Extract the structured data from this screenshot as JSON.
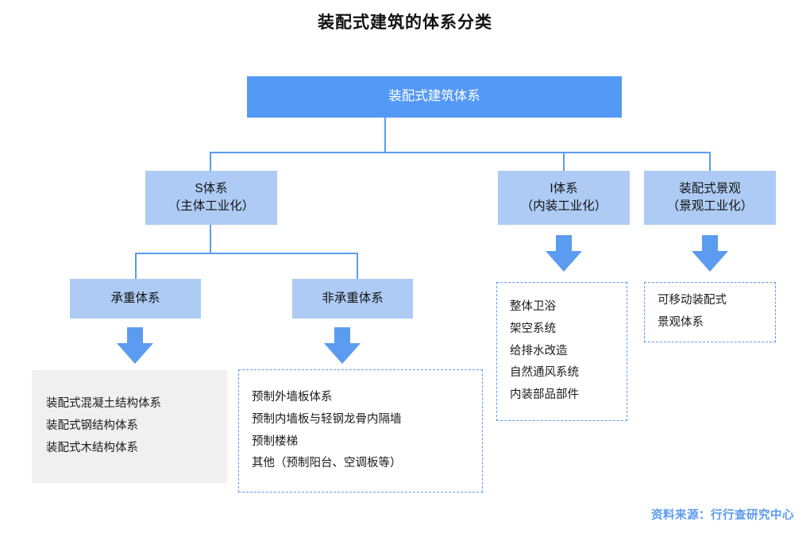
{
  "title": "装配式建筑的体系分类",
  "colors": {
    "root_fill": "#5499F5",
    "node_fill": "#ADCBF4",
    "line": "#5B9BF0",
    "panel_gray": "#F0F0F0",
    "accent_text": "#5B9BF0"
  },
  "chart_data": {
    "type": "diagram",
    "title": "装配式建筑的体系分类",
    "root": "装配式建筑体系",
    "branches": [
      {
        "label_line1": "S体系",
        "label_line2": "（主体工业化）",
        "children": [
          {
            "label": "承重体系",
            "items": [
              "装配式混凝土结构体系",
              "装配式钢结构体系",
              "装配式木结构体系"
            ]
          },
          {
            "label": "非承重体系",
            "items": [
              "预制外墙板体系",
              "预制内墙板与轻钢龙骨内隔墙",
              "预制楼梯",
              "其他（预制阳台、空调板等）"
            ]
          }
        ]
      },
      {
        "label_line1": "I体系",
        "label_line2": "（内装工业化）",
        "items": [
          "整体卫浴",
          "架空系统",
          "给排水改造",
          "自然通风系统",
          "内装部品部件"
        ]
      },
      {
        "label_line1": "装配式景观",
        "label_line2": "（景观工业化）",
        "items": [
          "可移动装配式",
          "景观体系"
        ]
      }
    ]
  },
  "nodes": {
    "root": "装配式建筑体系",
    "s_line1": "S体系",
    "s_line2": "（主体工业化）",
    "i_line1": "I体系",
    "i_line2": "（内装工业化）",
    "l_line1": "装配式景观",
    "l_line2": "（景观工业化）",
    "bearing": "承重体系",
    "nonbearing": "非承重体系"
  },
  "panels": {
    "bearing_items": [
      "装配式混凝土结构体系",
      "装配式钢结构体系",
      "装配式木结构体系"
    ],
    "nonbearing_items": [
      "预制外墙板体系",
      "预制内墙板与轻钢龙骨内隔墙",
      "预制楼梯",
      "其他（预制阳台、空调板等）"
    ],
    "interior_items": [
      "整体卫浴",
      "架空系统",
      "给排水改造",
      "自然通风系统",
      "内装部品部件"
    ],
    "landscape_items": [
      "可移动装配式",
      "景观体系"
    ]
  },
  "footer": {
    "source": "资料来源：行行查研究中心"
  }
}
